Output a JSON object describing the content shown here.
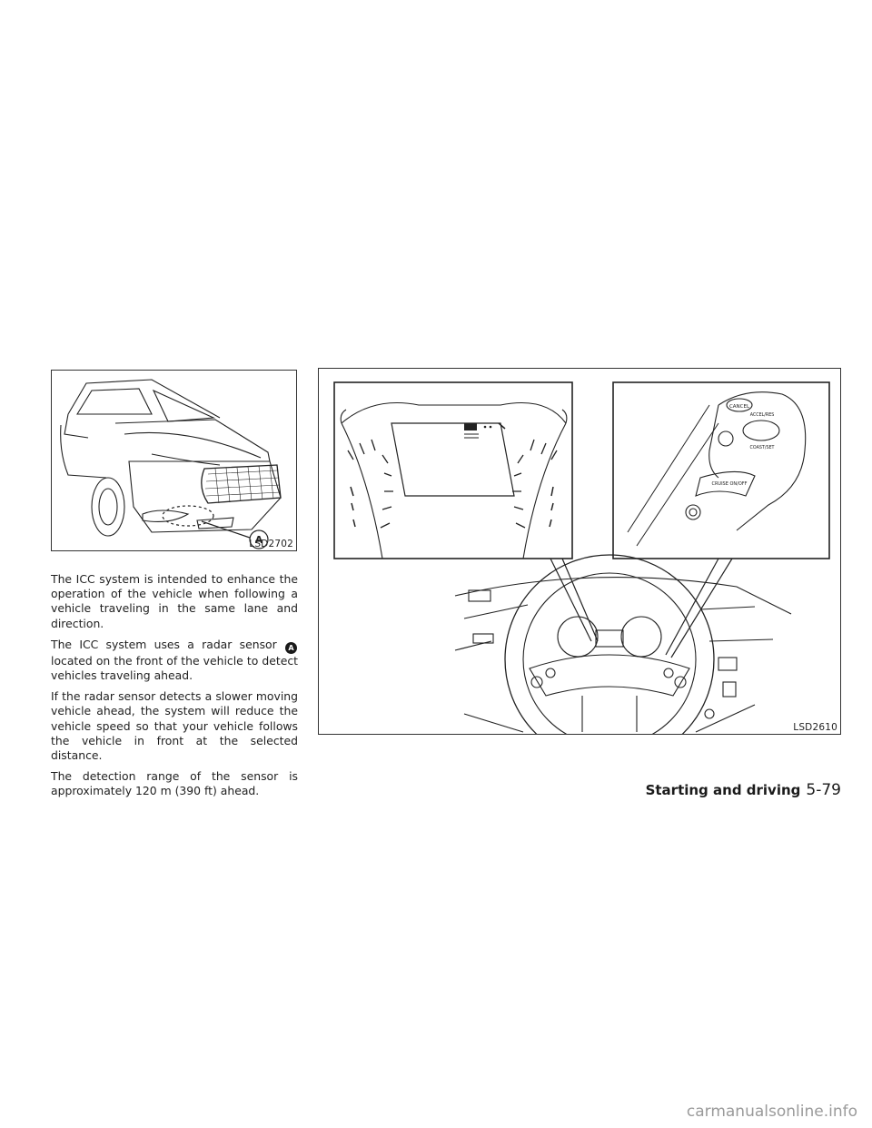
{
  "figures": {
    "car": {
      "code": "LSD2702",
      "callout": "A"
    },
    "cockpit": {
      "code": "LSD2610",
      "switch_labels": {
        "cancel": "CANCEL",
        "accel_res": "ACCEL/RES",
        "coast_set": "COAST/SET",
        "cruise": "CRUISE ON/OFF"
      }
    }
  },
  "body": {
    "p1": "The ICC system is intended to enhance the operation of the vehicle when following a vehicle traveling in the same lane and direction.",
    "p2_before": "The ICC system uses a radar sensor",
    "p2_marker": "A",
    "p2_after": "located on the front of the vehicle to detect vehicles traveling ahead.",
    "p3": "If the radar sensor detects a slower moving vehicle ahead, the system will reduce the vehicle speed so that your vehicle follows the vehicle in front at the selected distance.",
    "p4": "The detection range of the sensor is approximately 120 m (390 ft) ahead."
  },
  "footer": {
    "section": "Starting and driving",
    "page": "5-79"
  },
  "watermark": "carmanualsonline.info"
}
